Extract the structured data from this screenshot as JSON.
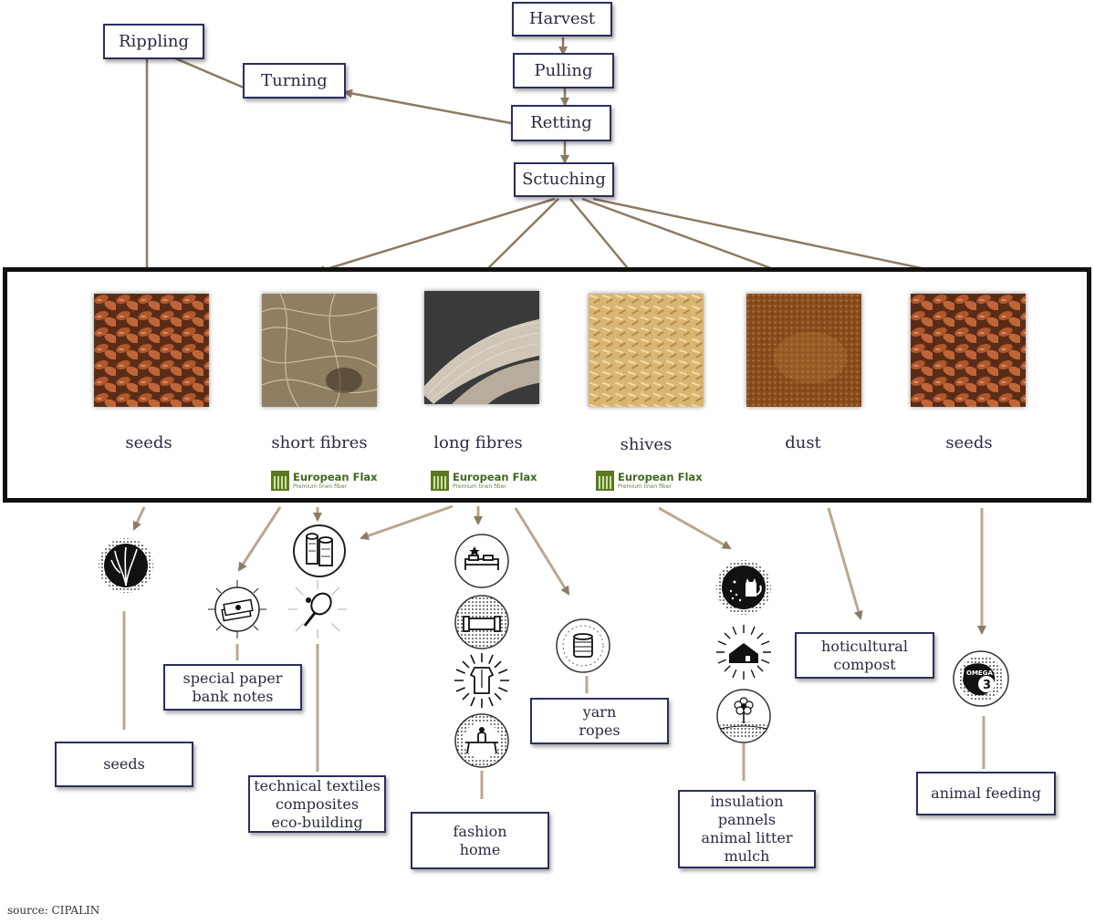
{
  "process": {
    "harvest": "Harvest",
    "pulling": "Pulling",
    "retting": "Retting",
    "scutching": "Sctuching",
    "turning": "Turning",
    "rippling": "Rippling"
  },
  "products": [
    {
      "label": "seeds",
      "image": "seeds-photo",
      "european_flax": false
    },
    {
      "label": "short fibres",
      "image": "short-fibres-photo",
      "european_flax": true
    },
    {
      "label": "long fibres",
      "image": "long-fibres-photo",
      "european_flax": true
    },
    {
      "label": "shives",
      "image": "shives-photo",
      "european_flax": true
    },
    {
      "label": "dust",
      "image": "dust-photo",
      "european_flax": false
    },
    {
      "label": "seeds",
      "image": "seeds-photo",
      "european_flax": false
    }
  ],
  "european_flax": {
    "name": "European Flax",
    "tagline": "Premium linen fiber"
  },
  "uses": {
    "seeds": "seeds",
    "special_paper": "special paper\nbank notes",
    "technical_textiles": "technical textiles\ncomposites\neco-building",
    "fashion_home": "fashion\nhome",
    "yarn_ropes": "yarn\nropes",
    "insulation": "insulation\npannels\nanimal litter\nmulch",
    "compost": "hoticultural\ncompost",
    "animal_feeding": "animal feeding"
  },
  "icons": {
    "plant": "plant-icon",
    "banknotes": "banknotes-icon",
    "textile_rolls": "textile-rolls-icon",
    "tennis_racket": "tennis-racket-icon",
    "bed": "bed-icon",
    "sofa": "sofa-icon",
    "shirt": "shirt-icon",
    "table": "table-icon",
    "spool": "spool-icon",
    "cat": "cat-icon",
    "house": "house-icon",
    "flower": "flower-icon",
    "omega": "omega-3-icon",
    "omega_text": "OMEGA",
    "omega_number": "3"
  },
  "source": "source: CIPALIN",
  "colors": {
    "arrow": "#8c7b62",
    "box_border": "#2b2e5e",
    "frame": "#111111"
  }
}
